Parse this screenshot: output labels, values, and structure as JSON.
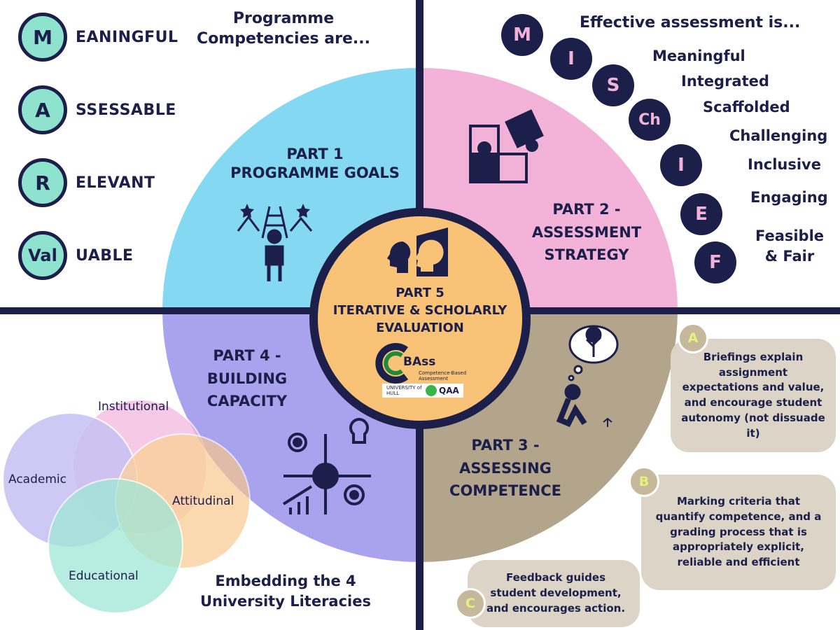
{
  "marv": {
    "heading": "Programme Competencies are...",
    "items": [
      {
        "letter": "M",
        "word": "EANINGFUL"
      },
      {
        "letter": "A",
        "word": "SSESSABLE"
      },
      {
        "letter": "R",
        "word": "ELEVANT"
      },
      {
        "letter": "Val",
        "word": "UABLE"
      }
    ]
  },
  "mischief": {
    "heading": "Effective assessment is...",
    "letters": [
      "M",
      "I",
      "S",
      "Ch",
      "I",
      "E",
      "F"
    ],
    "words": [
      "Meaningful",
      "Integrated",
      "Scaffolded",
      "Challenging",
      "Inclusive",
      "Engaging",
      "Feasible & Fair"
    ]
  },
  "parts": {
    "p1": {
      "line1": "PART 1",
      "line2": "PROGRAMME GOALS"
    },
    "p2": {
      "line1": "PART 2 -",
      "line2": "ASSESSMENT",
      "line3": "STRATEGY"
    },
    "p3": {
      "line1": "PART 3 -",
      "line2": "ASSESSING",
      "line3": "COMPETENCE"
    },
    "p4": {
      "line1": "PART 4 -",
      "line2": "BUILDING",
      "line3": "CAPACITY"
    },
    "p5": {
      "line1": "PART 5",
      "line2": "ITERATIVE & SCHOLARLY",
      "line3": "EVALUATION"
    }
  },
  "logos": {
    "cbass_main": "BAss",
    "cbass_sub": "Competence-Based Assessment",
    "hull": "UNIVERSITY of HULL",
    "qaa": "QAA"
  },
  "boxes": [
    {
      "tag": "A",
      "text": "Briefings explain assignment expectations and value, and encourage student autonomy (not dissuade it)"
    },
    {
      "tag": "B",
      "text": "Marking criteria that quantify competence, and a grading process that is appropriately explicit, reliable and efficient"
    },
    {
      "tag": "C",
      "text": "Feedback guides student development, and encourages action."
    }
  ],
  "literacies": {
    "labels": [
      "Institutional",
      "Academic",
      "Attitudinal",
      "Educational"
    ],
    "caption_line1": "Embedding the 4",
    "caption_line2": "University Literacies"
  },
  "colors": {
    "navy": "#1c1f4a",
    "part1": "#84d8f1",
    "part2": "#f3b3d8",
    "part3": "#b3a58b",
    "part4": "#a9a3ee",
    "part5": "#f8c377",
    "mint": "#8ee3cf"
  }
}
